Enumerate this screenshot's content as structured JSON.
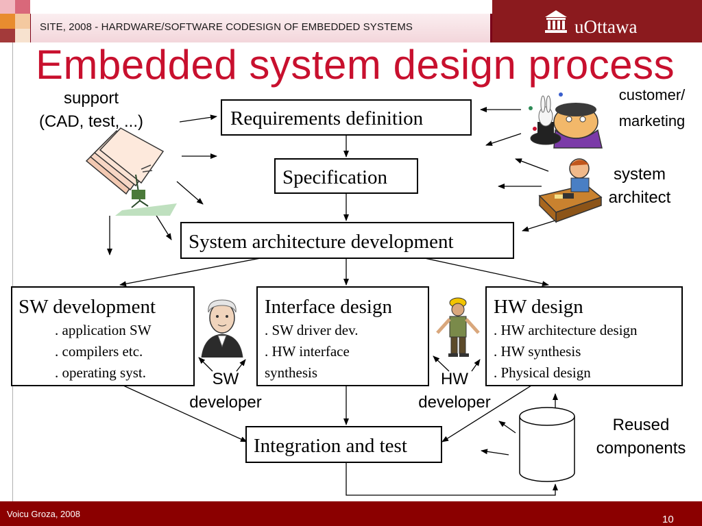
{
  "header": {
    "course_title": "SITE, 2008 - HARDWARE/SOFTWARE CODESIGN OF EMBEDDED SYSTEMS",
    "logo_text": "uOttawa",
    "logo_icon": "building-icon",
    "accent_color": "#8b1a1e",
    "title_color": "#c8102e"
  },
  "title": "Embedded system design process",
  "boxes": {
    "requirements": "Requirements definition",
    "specification": "Specification",
    "architecture": "System architecture development",
    "sw_dev": {
      "title": "SW development",
      "items": [
        ". application SW",
        ". compilers etc.",
        ". operating syst."
      ]
    },
    "interface": {
      "title": "Interface design",
      "items": [
        ". SW driver dev.",
        ". HW interface",
        "synthesis"
      ]
    },
    "hw_design": {
      "title": "HW design",
      "items": [
        ". HW architecture design",
        ". HW synthesis",
        ". Physical design"
      ]
    },
    "integration": "Integration and test"
  },
  "labels": {
    "support": [
      "support",
      "(CAD, test, ...)"
    ],
    "customer": [
      "customer/",
      "marketing"
    ],
    "architect": [
      "system",
      "architect"
    ],
    "sw_developer": [
      "SW",
      "developer"
    ],
    "hw_developer": [
      "HW",
      "developer"
    ],
    "reused": [
      "Reused",
      "components"
    ]
  },
  "footer": {
    "author": "Voicu Groza, 2008",
    "page_number": "10"
  }
}
